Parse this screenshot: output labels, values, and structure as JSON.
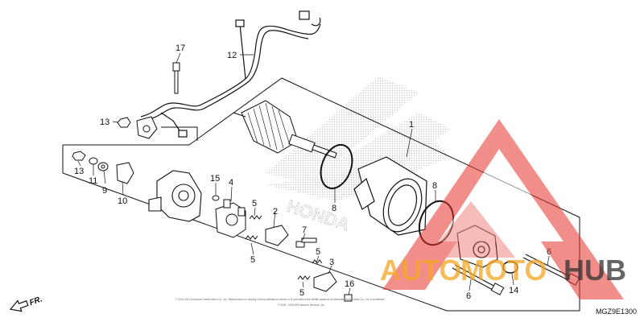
{
  "diagram": {
    "callouts": [
      "17",
      "12",
      "1",
      "13",
      "13",
      "11",
      "9",
      "10",
      "15",
      "4",
      "5",
      "2",
      "7",
      "5",
      "5",
      "3",
      "5",
      "16",
      "8",
      "8",
      "6",
      "14",
      "6"
    ],
    "copyright_line_1": "© 2013-2014 American Honda Motor Co., Inc. Reproduction or copying of this publication in whole or in part without the written approval of American Honda Motor Co., Inc. is prohibited.",
    "copyright_line_2": "© 2004 - 2015 ARI Network Services, Inc.",
    "diagram_code": "MGZ9E1300",
    "front_label": "FR.",
    "background_brand": "HONDA"
  },
  "watermark": {
    "text_part_1": "AUTO",
    "text_part_2": "MOTO",
    "text_part_3": "HUB",
    "colors": {
      "primary": "#f5a623",
      "secondary": "#333333",
      "logo": "#e8322c"
    }
  }
}
